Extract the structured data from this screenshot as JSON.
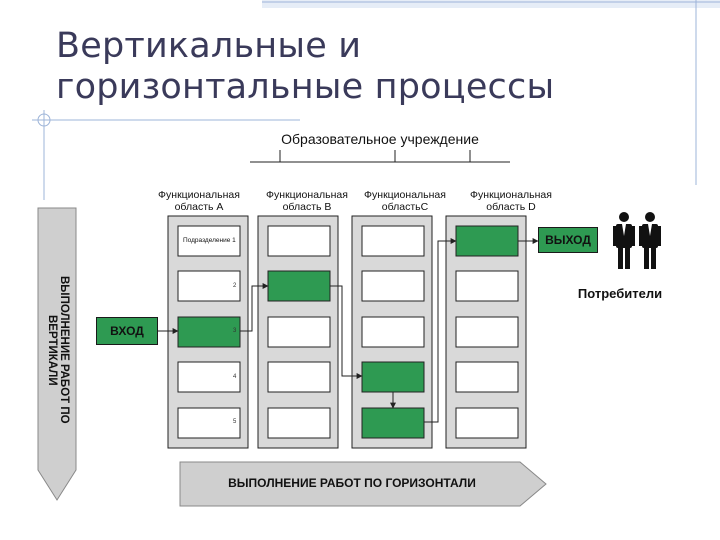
{
  "slide": {
    "title_line1": "Вертикальные и",
    "title_line2": "горизонтальные процессы"
  },
  "diagram": {
    "organization": "Образовательное учреждение",
    "areas": [
      {
        "line1": "Функциональная",
        "line2": "область А"
      },
      {
        "line1": "Функциональная",
        "line2": "область В"
      },
      {
        "line1": "Функциональная",
        "line2": "областьС"
      },
      {
        "line1": "Функциональная",
        "line2": "область D"
      }
    ],
    "rows_first_label": "Подразделение 1",
    "row_numbers": [
      "2",
      "3",
      "4",
      "5"
    ],
    "input_label": "ВХОД",
    "output_label": "ВЫХОД",
    "consumers_label": "Потребители",
    "vertical_process_label": "ВЫПОЛНЕНИЕ РАБОТ ПО ВЕРТИКАЛИ",
    "horizontal_process_label": "ВЫПОЛНЕНИЕ РАБОТ ПО ГОРИЗОНТАЛИ",
    "colors": {
      "active_cell": "#2e9a52",
      "column_fill": "#d9d9d9",
      "arrow_fill": "#cfcfcf",
      "title_text": "#3a3a5a",
      "decor_line": "#9db4d8"
    }
  }
}
